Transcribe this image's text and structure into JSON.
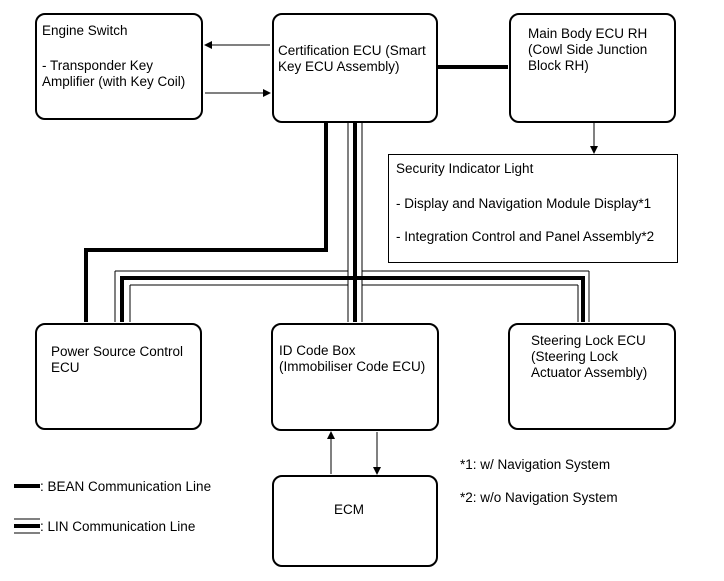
{
  "nodes": {
    "engine_switch": {
      "title": "Engine Switch",
      "detail_1": "- Transponder Key",
      "detail_2": "Amplifier (with Key Coil)"
    },
    "certification_ecu": {
      "line_1": "Certification ECU (Smart",
      "line_2": "Key ECU Assembly)"
    },
    "main_body_ecu": {
      "line_1": "Main Body ECU RH",
      "line_2": "(Cowl Side Junction",
      "line_3": "Block RH)"
    },
    "security_indicator": {
      "title": "Security Indicator Light",
      "item_1": "- Display and Navigation Module Display*1",
      "item_2": "- Integration Control and Panel Assembly*2"
    },
    "power_source_ecu": {
      "line_1": "Power Source Control",
      "line_2": "ECU"
    },
    "id_code_box": {
      "line_1": "ID Code Box",
      "line_2": "(Immobiliser Code ECU)"
    },
    "steering_lock_ecu": {
      "line_1": "Steering Lock ECU",
      "line_2": "(Steering Lock",
      "line_3": "Actuator Assembly)"
    },
    "ecm": {
      "label": "ECM"
    }
  },
  "legend": {
    "bean": ": BEAN Communication Line",
    "lin": ": LIN Communication Line"
  },
  "notes": {
    "note_1": "*1: w/ Navigation System",
    "note_2": "*2: w/o Navigation System"
  }
}
